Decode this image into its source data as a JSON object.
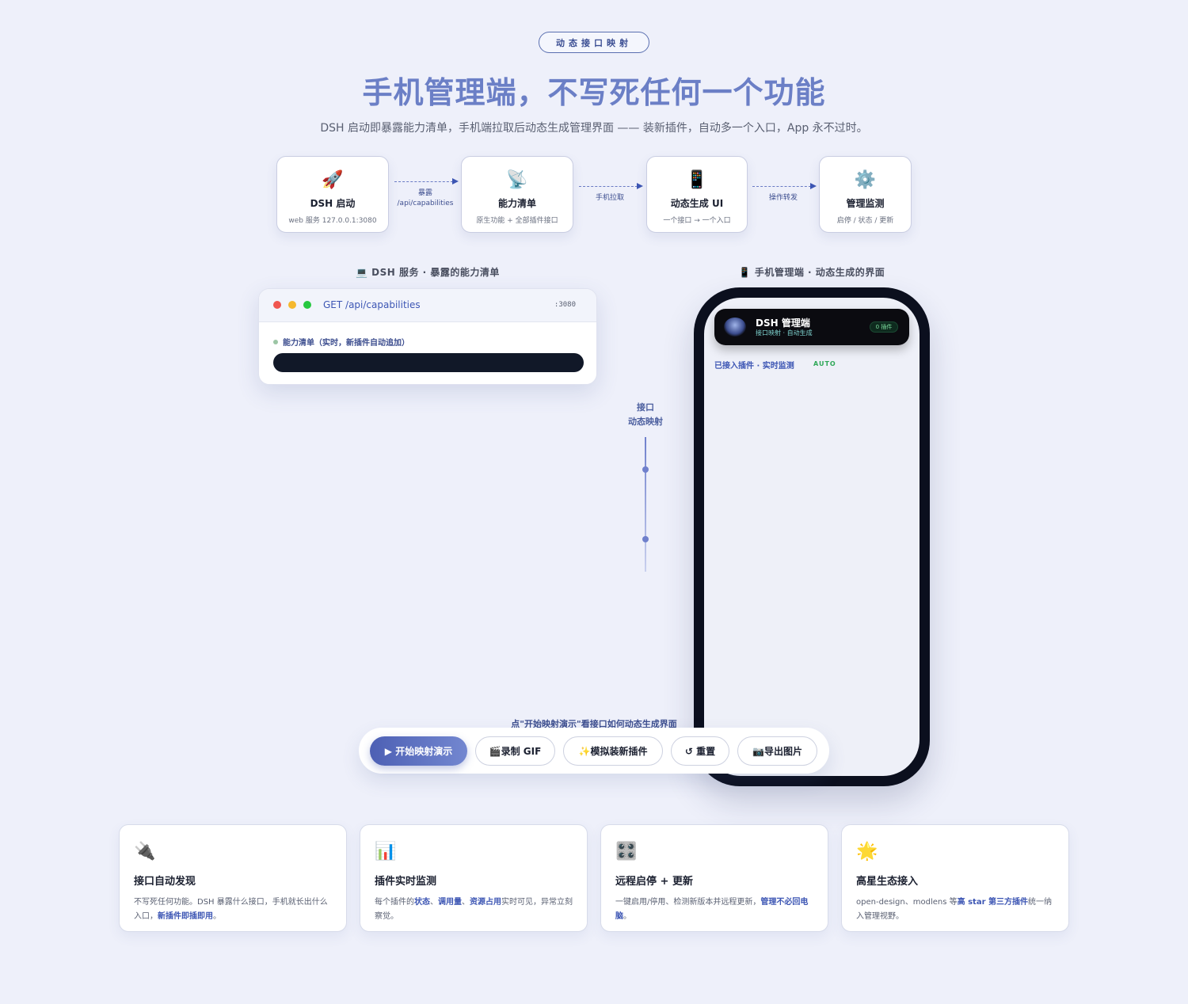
{
  "header": {
    "tag": "动态接口映射",
    "title": "手机管理端，不写死任何一个功能",
    "subtitle": "DSH 启动即暴露能力清单，手机端拉取后动态生成管理界面 —— 装新插件，自动多一个入口，App 永不过时。"
  },
  "flow": {
    "steps": [
      {
        "icon": "🚀",
        "title": "DSH 启动",
        "sub": "web 服务 127.0.0.1:3080"
      },
      {
        "icon": "📡",
        "title": "能力清单",
        "sub": "原生功能 + 全部插件接口"
      },
      {
        "icon": "📱",
        "title": "动态生成 UI",
        "sub": "一个接口 → 一个入口"
      },
      {
        "icon": "⚙️",
        "title": "管理监测",
        "sub": "启停 / 状态 / 更新"
      }
    ],
    "arrows": [
      {
        "line1": "暴露",
        "line2": "/api/capabilities"
      },
      {
        "line1": "手机拉取",
        "line2": ""
      },
      {
        "line1": "操作转发",
        "line2": ""
      }
    ]
  },
  "server_section": {
    "title": "💻 DSH 服务 · 暴露的能力清单",
    "method_url": "GET /api/capabilities",
    "port": ":3080",
    "note": "能力清单（实时，新插件自动追加）"
  },
  "connector": {
    "line1": "接口",
    "line2": "动态映射"
  },
  "phone_section": {
    "title": "📱 手机管理端 · 动态生成的界面",
    "app_title": "DSH 管理端",
    "app_sub": "接口映射 · 自动生成",
    "badge": "0 插件",
    "list_label": "已接入插件 · 实时监测",
    "auto_label": "AUTO"
  },
  "controls": {
    "hint": "点\"开始映射演示\"看接口如何动态生成界面",
    "start": "▶ 开始映射演示",
    "record": "🎬录制 GIF",
    "simulate": "✨模拟装新插件",
    "reset": "↺ 重置",
    "export": "📷导出图片"
  },
  "features": [
    {
      "icon": "🔌",
      "title": "接口自动发现",
      "desc_html": "不写死任何功能。DSH 暴露什么接口，手机就长出什么入口，<b>新插件即插即用</b>。"
    },
    {
      "icon": "📊",
      "title": "插件实时监测",
      "desc_html": "每个插件的<b>状态</b>、<b>调用量</b>、<b>资源占用</b>实时可见，异常立刻察觉。"
    },
    {
      "icon": "🎛️",
      "title": "远程启停 + 更新",
      "desc_html": "一键启用/停用、检测新版本并远程更新，<b>管理不必回电脑</b>。"
    },
    {
      "icon": "🌟",
      "title": "高星生态接入",
      "desc_html": "open-design、modlens 等<b>高 star 第三方插件</b>统一纳入管理视野。"
    }
  ],
  "colors": {
    "accent": "#3d56b4",
    "title": "#6b7fc6",
    "background": "#eef0fa",
    "phone_frame": "#0b0f1e",
    "mac_red": "#f0564f",
    "mac_yellow": "#f5b82e",
    "mac_green": "#27c840"
  }
}
